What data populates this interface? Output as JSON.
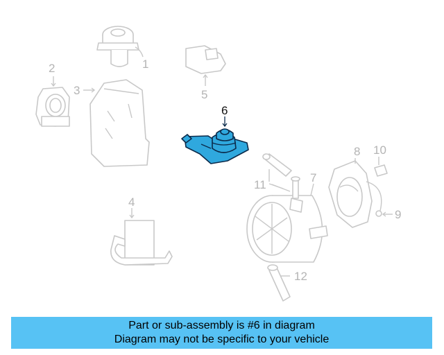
{
  "diagram": {
    "callouts": [
      "1",
      "2",
      "3",
      "4",
      "5",
      "6",
      "7",
      "8",
      "9",
      "10",
      "11",
      "12"
    ],
    "highlighted_part": "6",
    "highlight_color": "#2fa8de",
    "outline_color": "#c8c8c8"
  },
  "caption": {
    "line1": "Part or sub-assembly is #6 in diagram",
    "line2": "Diagram may not be specific to your vehicle",
    "background": "#57c2f4"
  }
}
